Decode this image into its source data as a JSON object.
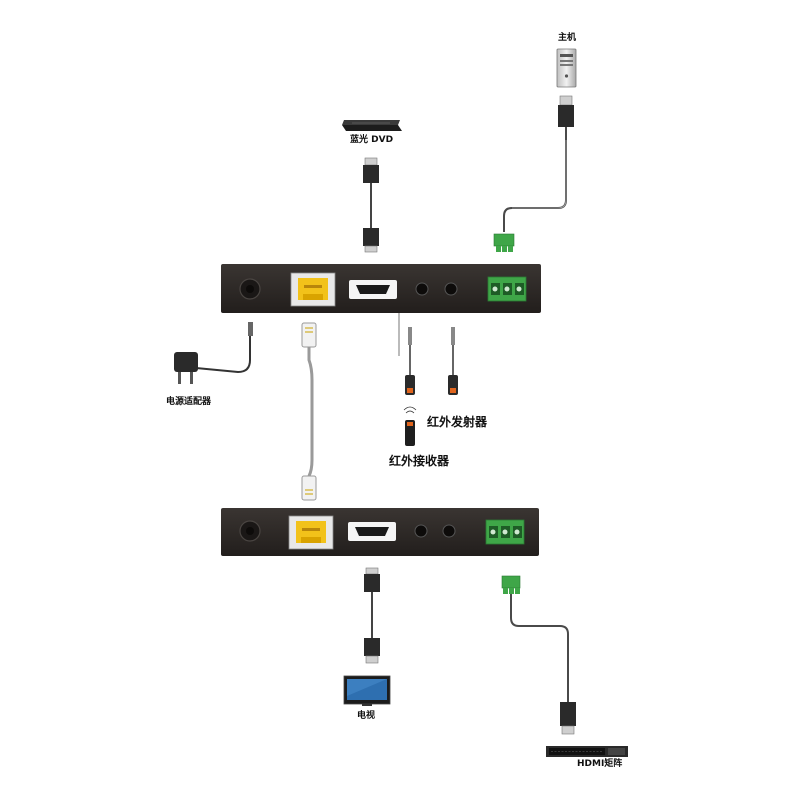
{
  "labels": {
    "host": "主机",
    "bluray_dvd": "蓝光 DVD",
    "power_adapter": "电源适配器",
    "ir_transmitter": "红外发射器",
    "ir_receiver": "红外接收器",
    "tv": "电视",
    "hdmi_matrix": "HDMI矩阵"
  },
  "colors": {
    "device_body": "#2a2624",
    "port_rj45": "#f2c21a",
    "terminal_block": "#3fa648",
    "cable_dark": "#444444",
    "cable_grey": "#9a9a9a",
    "ir_accent": "#e0641c"
  },
  "icons": {
    "host": "computer-tower-icon",
    "dvd": "bluray-player-icon",
    "tv": "monitor-icon",
    "matrix": "rack-switch-icon",
    "power": "power-adapter-icon",
    "ir_tx": "ir-emitter-icon",
    "ir_rx": "ir-receiver-icon"
  }
}
